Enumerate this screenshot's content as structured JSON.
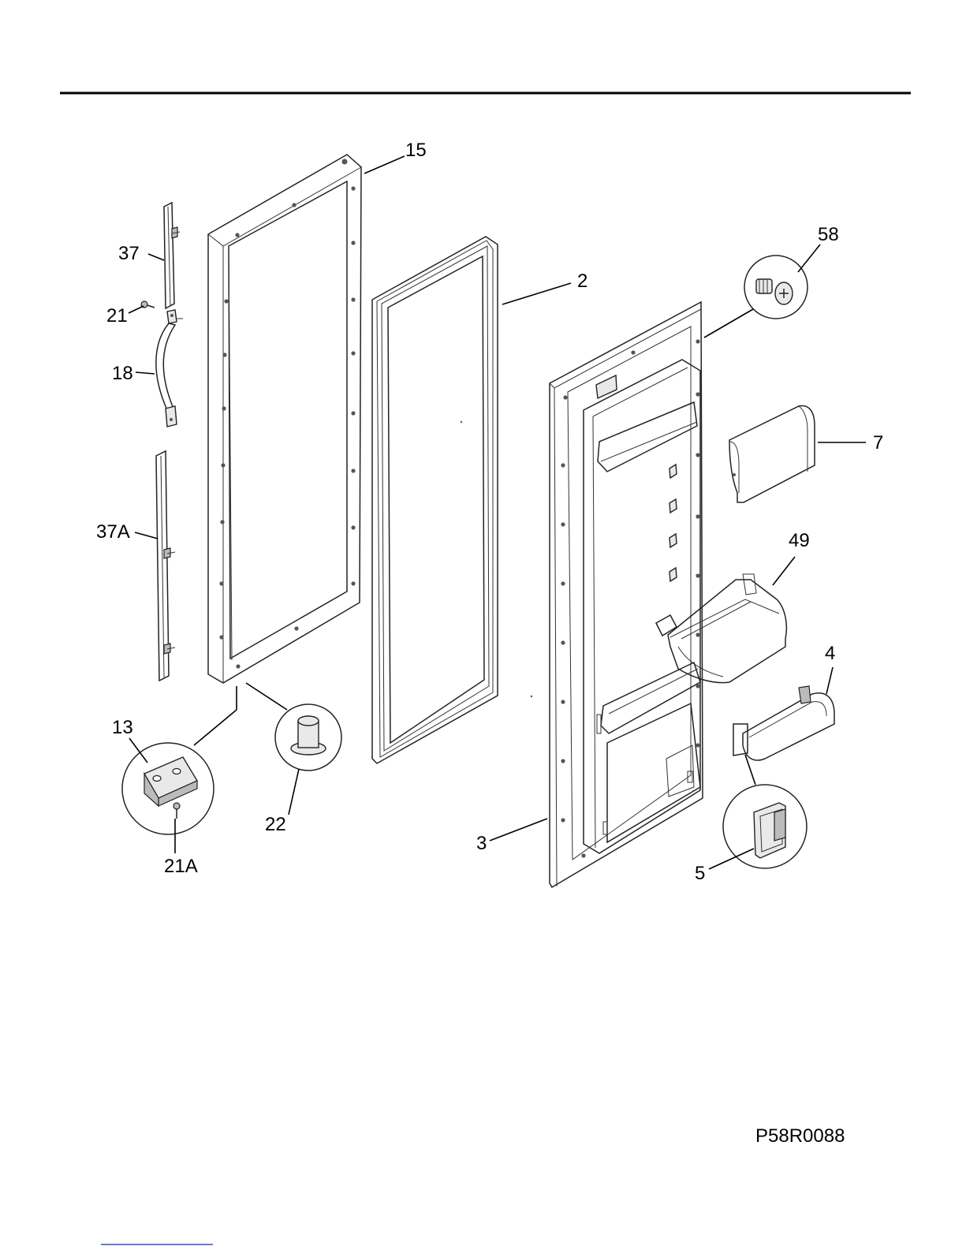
{
  "labels": {
    "p15": "15",
    "p2": "2",
    "p58": "58",
    "p37": "37",
    "p21": "21",
    "p18": "18",
    "p7": "7",
    "p37A": "37A",
    "p49": "49",
    "p4": "4",
    "p13": "13",
    "p22": "22",
    "p21A": "21A",
    "p3": "3",
    "p5": "5"
  },
  "drawing_number": "P58R0088",
  "colors": {
    "ink": "#000000",
    "footer_link": "#3a4ad6"
  }
}
